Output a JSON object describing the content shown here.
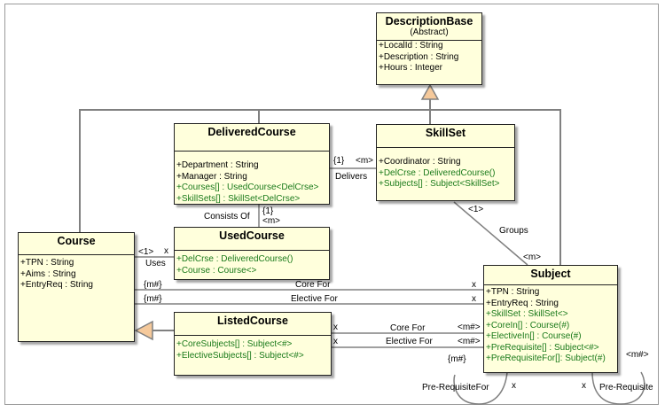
{
  "classes": {
    "description_base": {
      "name": "DescriptionBase",
      "stereotype": "(Abstract)",
      "attributes": [
        "+LocalId : String",
        "+Description : String",
        "+Hours : Integer"
      ]
    },
    "delivered_course": {
      "name": "DeliveredCourse",
      "attributes": [
        "+Department : String",
        "+Manager : String"
      ],
      "operations": [
        "+Courses[] : UsedCourse<DelCrse>",
        "+SkillSets[] : SkillSet<DelCrse>"
      ]
    },
    "skill_set": {
      "name": "SkillSet",
      "attributes": [
        "+Coordinator : String"
      ],
      "operations": [
        "+DelCrse : DeliveredCourse()",
        "+Subjects[] : Subject<SkillSet>"
      ]
    },
    "course": {
      "name": "Course",
      "attributes": [
        "+TPN : String",
        "+Aims : String",
        "+EntryReq : String"
      ]
    },
    "used_course": {
      "name": "UsedCourse",
      "operations": [
        "+DelCrse : DeliveredCourse()",
        "+Course : Course<>"
      ]
    },
    "listed_course": {
      "name": "ListedCourse",
      "operations": [
        "+CoreSubjects[] : Subject<#>",
        "+ElectiveSubjects[] : Subject<#>"
      ]
    },
    "subject": {
      "name": "Subject",
      "attributes": [
        "+TPN : String",
        "+EntryReq : String"
      ],
      "operations": [
        "+SkillSet : SkillSet<>",
        "+CoreIn[] : Course(#)",
        "+ElectiveIn[] : Course(#)",
        "+PreRequisite[] : Subject<#>",
        "+PreRequisiteFor[]: Subject(#)"
      ]
    }
  },
  "associations": {
    "delivers": {
      "name": "Delivers",
      "mult_source": "{1}",
      "mult_target": "<m>"
    },
    "consists_of": {
      "name": "Consists Of",
      "mult_source": "{1}",
      "mult_target": "<m>"
    },
    "uses": {
      "name": "Uses",
      "mult_source": "<1>",
      "mult_target": "x"
    },
    "groups": {
      "name": "Groups",
      "mult_source": "<1>",
      "mult_target": "<m>"
    },
    "core_for": {
      "name": "Core For",
      "mult_source": "{m#}",
      "mult_target": "x"
    },
    "elective_for": {
      "name": "Elective For",
      "mult_source": "{m#}",
      "mult_target": "x"
    },
    "listed_core_for": {
      "name": "Core For",
      "mult_source": "x",
      "mult_target": "<m#>"
    },
    "listed_elective_for": {
      "name": "Elective For",
      "mult_source": "x",
      "mult_target": "<m#>"
    },
    "prerequisite_for": {
      "name": "Pre-RequisiteFor",
      "mult_source": "{m#}",
      "mult_target": "x"
    },
    "prerequisite": {
      "name": "Pre-Requisite",
      "mult_source": "<m#>",
      "mult_target": "x"
    }
  },
  "colors": {
    "class_fill": "#ffffdc",
    "operation_text": "#1a7a1a",
    "generalization_fill": "#f5c99b"
  }
}
